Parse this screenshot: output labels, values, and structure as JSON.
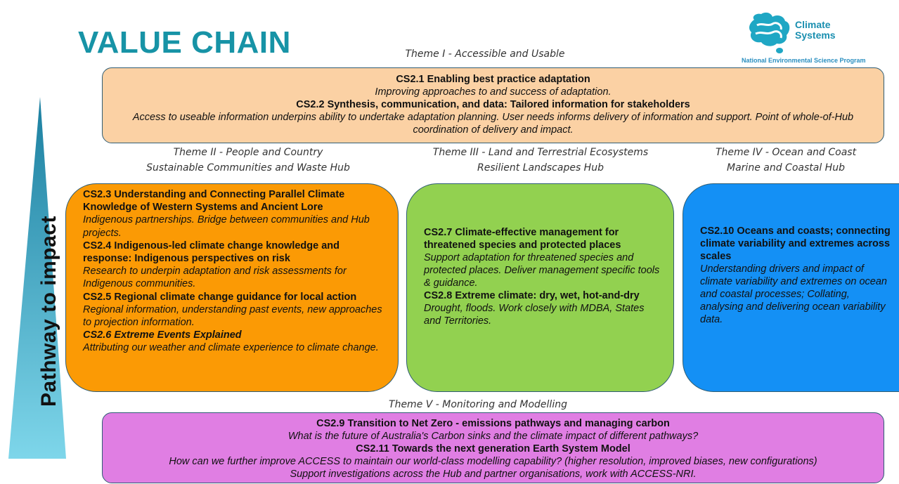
{
  "title": "VALUE CHAIN",
  "logo": {
    "word1": "Climate",
    "word2": "Systems",
    "subtitle": "National Environmental Science Program"
  },
  "side_arrow": {
    "label": "Pathway to impact"
  },
  "themes": {
    "t1": "Theme I - Accessible and Usable",
    "t2_line1": "Theme II - People and Country",
    "t2_line2": "Sustainable Communities and Waste Hub",
    "t3_line1": "Theme III - Land and Terrestrial Ecosystems",
    "t3_line2": "Resilient Landscapes Hub",
    "t4_line1": "Theme IV - Ocean and Coast",
    "t4_line2": "Marine and Coastal Hub",
    "t5": "Theme V - Monitoring and Modelling"
  },
  "top_box": {
    "cs21_title": "CS2.1 Enabling best practice adaptation",
    "cs21_desc": "Improving approaches to and success of adaptation.",
    "cs22_title": "CS2.2 Synthesis, communication, and data: Tailored information for stakeholders",
    "cs22_desc": "Access to useable information underpins ability to undertake adaptation planning. User needs informs delivery of information and support. Point of whole-of-Hub coordination of delivery and impact."
  },
  "orange_box": {
    "cs23_title": "CS2.3 Understanding and Connecting Parallel Climate Knowledge of Western Systems and Ancient Lore",
    "cs23_desc": "Indigenous partnerships. Bridge between communities and Hub projects.",
    "cs24_title": "CS2.4 Indigenous-led climate change knowledge and response: Indigenous perspectives on risk",
    "cs24_desc": "Research to underpin adaptation and risk assessments for Indigenous communities.",
    "cs25_title": "CS2.5 Regional climate change guidance for local action",
    "cs25_desc": "Regional information, understanding past events, new approaches to projection information.",
    "cs26_title": "CS2.6 Extreme Events Explained",
    "cs26_desc": "Attributing our weather and climate experience to climate change."
  },
  "green_box": {
    "cs27_title": "CS2.7 Climate-effective management for threatened species and protected places",
    "cs27_desc": "Support adaptation for threatened species and protected places. Deliver management specific tools & guidance.",
    "cs28_title": "CS2.8 Extreme climate: dry, wet, hot-and-dry",
    "cs28_desc": "Drought, floods. Work closely with MDBA, States and Territories."
  },
  "blue_box": {
    "cs210_title": "CS2.10 Oceans and coasts; connecting climate variability and extremes across scales",
    "cs210_desc": "Understanding drivers and impact of climate variability and extremes on ocean and coastal processes; Collating, analysing and delivering ocean variability data."
  },
  "bottom_box": {
    "cs29_title": "CS2.9 Transition to Net Zero - emissions pathways and managing carbon",
    "cs29_desc": "What is the future of Australia's Carbon sinks and the climate impact of different pathways?",
    "cs211_title": "CS2.11 Towards the next generation Earth System Model",
    "cs211_desc1": "How can we further improve ACCESS to maintain our world-class modelling capability? (higher resolution, improved biases, new configurations)",
    "cs211_desc2": "Support investigations across the Hub and partner organisations, work with ACCESS-NRI."
  },
  "colors": {
    "title": "#1793a6",
    "top_box": "#fbd1a4",
    "orange_box": "#fb9a05",
    "green_box": "#92d150",
    "blue_box": "#1490f5",
    "bottom_box": "#e07ee3",
    "arrow_top": "#1b7fa0",
    "arrow_bottom": "#7ed6ea"
  }
}
